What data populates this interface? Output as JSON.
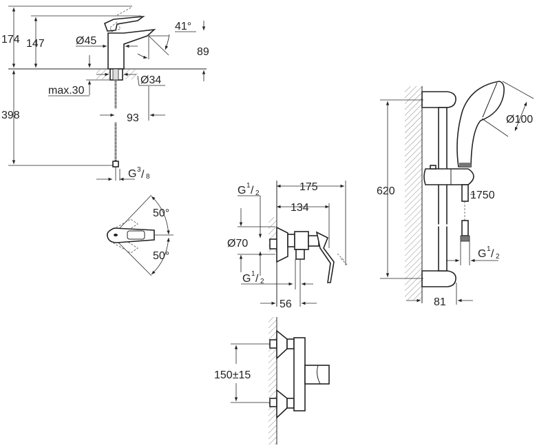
{
  "title": "Technical dimension drawing - basin mixer, shower mixer and shower rail set",
  "basin_mixer": {
    "height_total": "174",
    "height_spout": "147",
    "spout_diameter": "Ø45",
    "spout_angle": "41°",
    "spout_reach_height": "89",
    "base_diameter": "Ø34",
    "max_deck": "max.30",
    "hose_length": "398",
    "projection": "93",
    "connection": {
      "main": "G",
      "sup": "3",
      "sub": "8"
    }
  },
  "lever_rotation": {
    "angle_top": "50°",
    "angle_bottom": "50°"
  },
  "shower_mixer": {
    "depth_total": "175",
    "depth_body": "134",
    "rosette_diameter": "Ø70",
    "inlet_top": {
      "main": "G",
      "sup": "1",
      "sub": "2"
    },
    "outlet": {
      "main": "G",
      "sup": "1",
      "sub": "2"
    },
    "outlet_offset": "56"
  },
  "shower_mixer_front": {
    "center_distance": "150±15"
  },
  "shower_rail": {
    "rail_length": "620",
    "head_diameter": "Ø100",
    "hose_length": "1750",
    "connection": {
      "main": "G",
      "sup": "1",
      "sub": "2"
    },
    "wall_distance": "81"
  }
}
